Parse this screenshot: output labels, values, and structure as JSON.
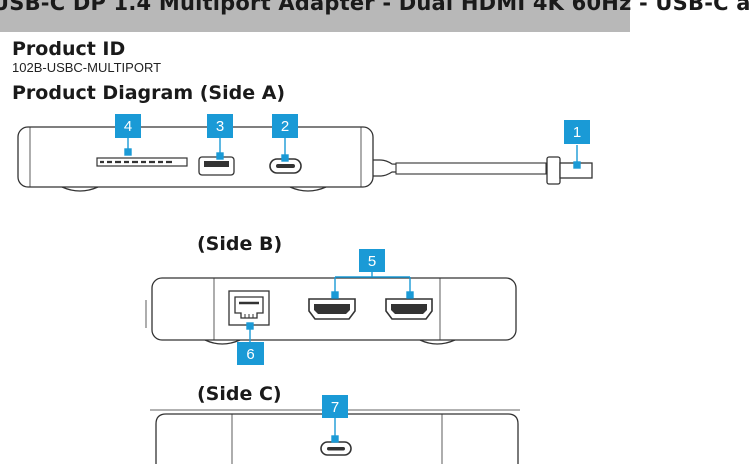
{
  "header": {
    "title": "USB-C DP 1.4 Multiport Adapter - Dual HDMI 4K 60Hz - USB-C a"
  },
  "product_id": {
    "heading": "Product ID",
    "sku": "102B-USBC-MULTIPORT"
  },
  "diagram": {
    "heading": "Product Diagram (Side A)",
    "side_b_label": "(Side B)",
    "side_c_label": "(Side C)",
    "badge_color": "#1a9ad6",
    "callouts": {
      "c1": "1",
      "c2": "2",
      "c3": "3",
      "c4": "4",
      "c5": "5",
      "c6": "6",
      "c7": "7"
    }
  }
}
